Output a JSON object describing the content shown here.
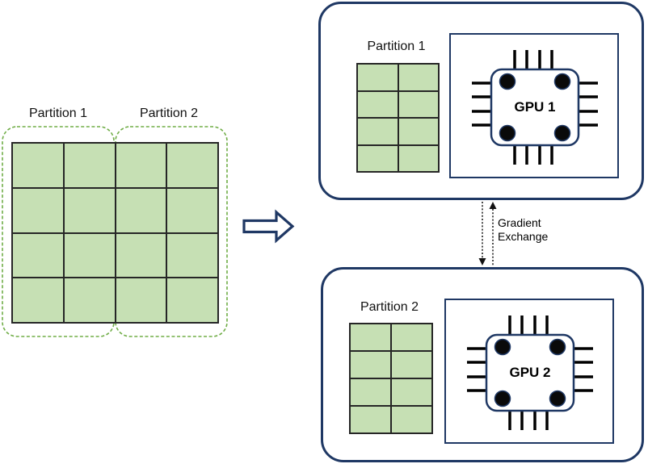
{
  "diagram": {
    "title_hint": "data parallel partitioning across two GPUs",
    "left_figure": {
      "partition1_label": "Partition 1",
      "partition2_label": "Partition 2",
      "grid": {
        "rows": 4,
        "cols": 4
      }
    },
    "top_container": {
      "partition_label": "Partition 1",
      "gpu_label": "GPU 1",
      "grid": {
        "rows": 4,
        "cols": 2
      }
    },
    "bottom_container": {
      "partition_label": "Partition 2",
      "gpu_label": "GPU 2",
      "grid": {
        "rows": 4,
        "cols": 2
      }
    },
    "exchange": {
      "line1": "Gradient",
      "line2": "Exchange"
    },
    "icons": {
      "block-arrow-icon": "right-pointing outlined block arrow",
      "gpu-chip-icon": "microchip with corner pads and pins",
      "exchange-arrows-icon": "two dotted vertical arrows (up and down)",
      "partition-dashed-outline": "green dashed rounded rectangle"
    },
    "colors": {
      "navy": "#1f3864",
      "cell_green": "#c6e0b4",
      "dash_green": "#70ad47",
      "grid_line": "#262626",
      "pin_black": "#000000",
      "text": "#111111"
    }
  }
}
